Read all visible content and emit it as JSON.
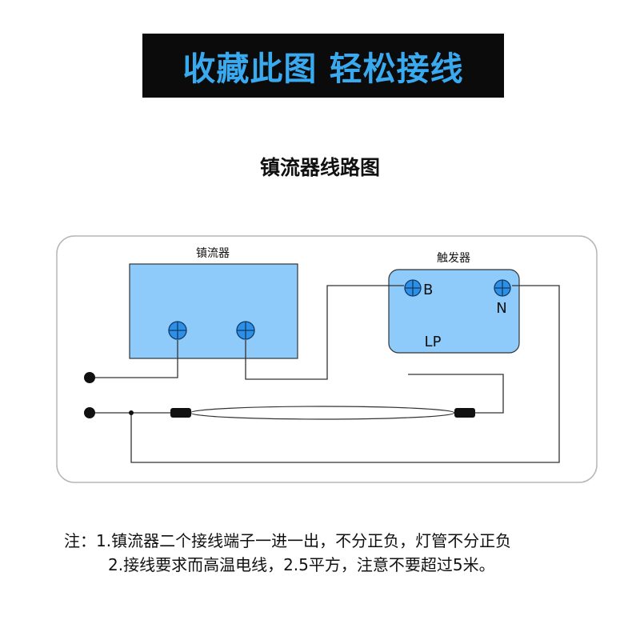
{
  "banner": {
    "text": "收藏此图 轻松接线",
    "background_color": "#0b0b0b",
    "text_color": "#39a9f0"
  },
  "title": "镇流器线路图",
  "diagram": {
    "ballast": {
      "label": "镇流器",
      "fill_color": "#8ecbfa"
    },
    "starter": {
      "label": "触发器",
      "terminal_b": "B",
      "terminal_n": "N",
      "text_lp": "LP",
      "fill_color": "#8ecbfa"
    },
    "terminal_color": "#2d8fe6",
    "wire_color": "#333333"
  },
  "notes": {
    "line1": "注：1.镇流器二个接线端子一进一出，不分正负，灯管不分正负",
    "line2": "2.接线要求而高温电线，2.5平方，注意不要超过5米。"
  }
}
